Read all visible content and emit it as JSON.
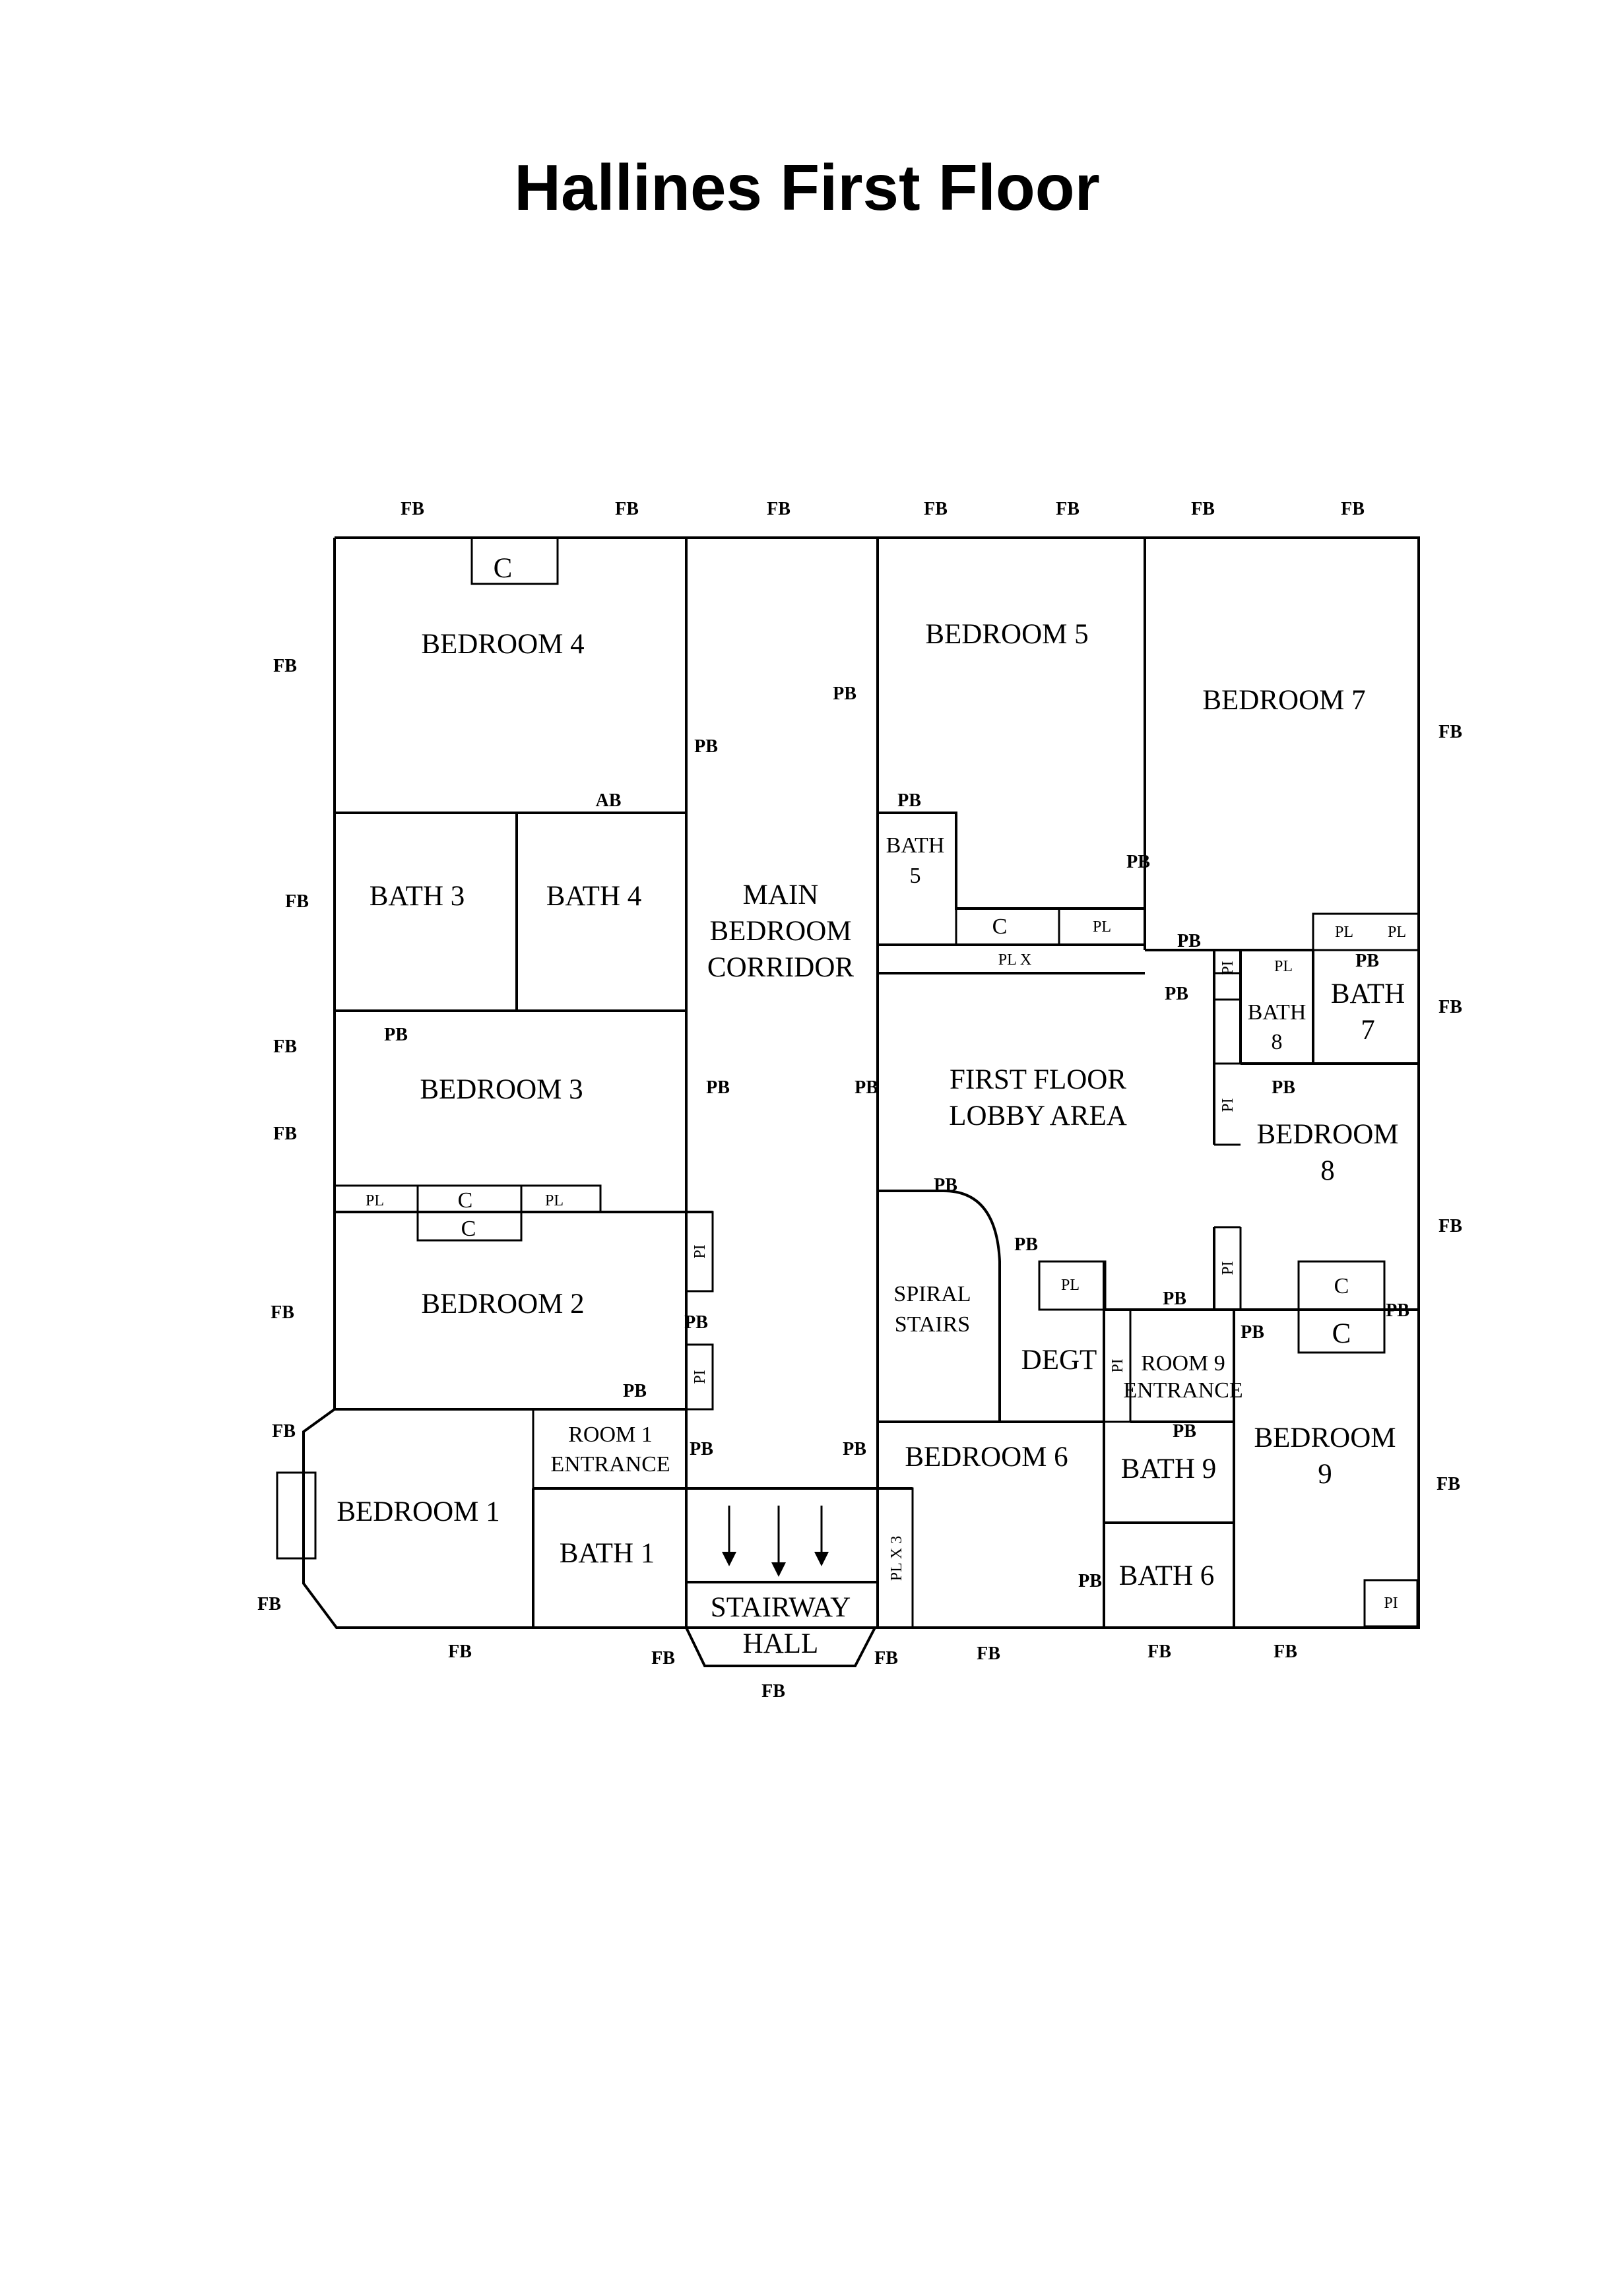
{
  "title": "Hallines First Floor",
  "rooms": {
    "bedroom4": "BEDROOM 4",
    "bedroom5": "BEDROOM 5",
    "bedroom7": "BEDROOM 7",
    "bath3": "BATH 3",
    "bath4": "BATH 4",
    "corridor": [
      "MAIN",
      "BEDROOM",
      "CORRIDOR"
    ],
    "bath5": [
      "BATH",
      "5"
    ],
    "bedroom3": "BEDROOM 3",
    "lobby": [
      "FIRST FLOOR",
      "LOBBY AREA"
    ],
    "bath8": [
      "BATH",
      "8"
    ],
    "bath7": [
      "BATH",
      "7"
    ],
    "bedroom8": [
      "BEDROOM",
      "8"
    ],
    "bedroom2": "BEDROOM 2",
    "spiral": [
      "SPIRAL",
      "STAIRS"
    ],
    "degt": "DEGT",
    "room9entrance": [
      "ROOM 9",
      "ENTRANCE"
    ],
    "room1entrance": [
      "ROOM 1",
      "ENTRANCE"
    ],
    "bedroom6": "BEDROOM 6",
    "bath9": "BATH 9",
    "bedroom9": [
      "BEDROOM",
      "9"
    ],
    "bedroom1": "BEDROOM 1",
    "bath1": "BATH 1",
    "bath6": "BATH 6",
    "stairway": [
      "STAIRWAY",
      "HALL"
    ]
  },
  "fixtures": {
    "c": "C",
    "pl": "PL",
    "plx": "PL X",
    "plx3": "PL X 3",
    "pi": "PI"
  },
  "tags": {
    "fb": "FB",
    "pb": "PB",
    "ab": "AB"
  }
}
